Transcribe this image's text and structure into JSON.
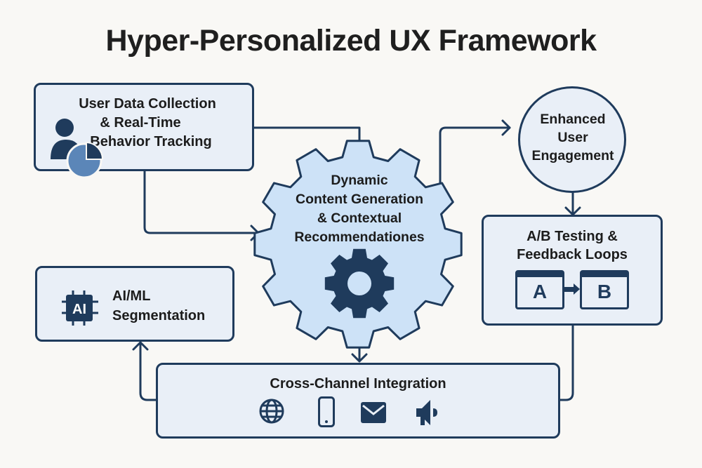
{
  "title": "Hyper-Personalized UX Framework",
  "nodes": {
    "user_data": {
      "lines": [
        "User Data Collection",
        "& Real-Time",
        "Behavior Tracking"
      ],
      "icon": "user-analytics-icon"
    },
    "dynamic_content": {
      "lines": [
        "Dynamic",
        "Content Generation",
        "& Contextual",
        "Recommendationes"
      ],
      "icon": "gear-icon"
    },
    "engagement": {
      "lines": [
        "Enhanced",
        "User",
        "Engagement"
      ]
    },
    "ab_testing": {
      "lines": [
        "A/B Testing &",
        "Feedback Loops"
      ],
      "variant_a": "A",
      "variant_b": "B",
      "icon": "ab-window-icon"
    },
    "ai_ml": {
      "lines": [
        "AI/ML",
        "Segmentation"
      ],
      "chip_label": "AI",
      "icon": "ai-chip-icon"
    },
    "cross_channel": {
      "label": "Cross-Channel Integration",
      "icons": [
        "globe-icon",
        "mobile-phone-icon",
        "email-icon",
        "megaphone-icon"
      ]
    }
  },
  "colors": {
    "background": "#f9f8f5",
    "box_fill": "#e9eff7",
    "border": "#1f3b5c",
    "gear_fill": "#cde2f7",
    "icon_dark": "#1f3b5c",
    "icon_light": "#5b86b8"
  }
}
